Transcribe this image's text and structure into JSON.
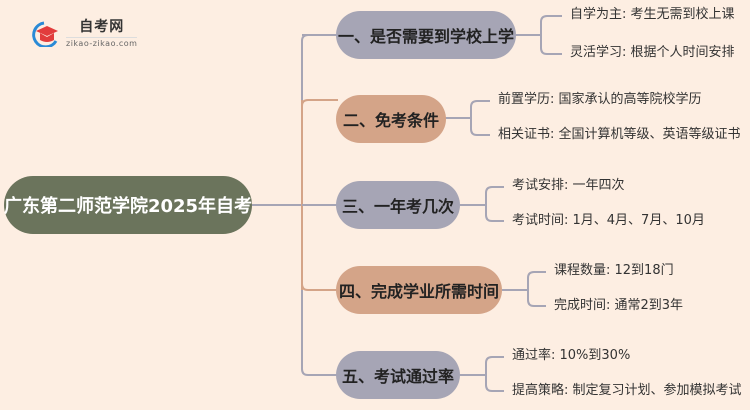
{
  "logo": {
    "title": "自考网",
    "url": "zikao-zikao.com",
    "icon": "graduation-cap-icon"
  },
  "root": {
    "label": "广东第二师范学院2025年自考"
  },
  "colors": {
    "background": "#fdeee2",
    "root": "#6b745c",
    "branch_gray": "#a6a5b5",
    "branch_tan": "#d4a488",
    "line_gray": "#a6a5b5",
    "line_tan": "#d4a488"
  },
  "branches": [
    {
      "label": "一、是否需要到学校上学",
      "leaves": [
        "自学为主: 考生无需到校上课",
        "灵活学习: 根据个人时间安排"
      ]
    },
    {
      "label": "二、免考条件",
      "leaves": [
        "前置学历: 国家承认的高等院校学历",
        "相关证书: 全国计算机等级、英语等级证书"
      ]
    },
    {
      "label": "三、一年考几次",
      "leaves": [
        "考试安排: 一年四次",
        "考试时间: 1月、4月、7月、10月"
      ]
    },
    {
      "label": "四、完成学业所需时间",
      "leaves": [
        "课程数量: 12到18门",
        "完成时间: 通常2到3年"
      ]
    },
    {
      "label": "五、考试通过率",
      "leaves": [
        "通过率: 10%到30%",
        "提高策略: 制定复习计划、参加模拟考试"
      ]
    }
  ]
}
